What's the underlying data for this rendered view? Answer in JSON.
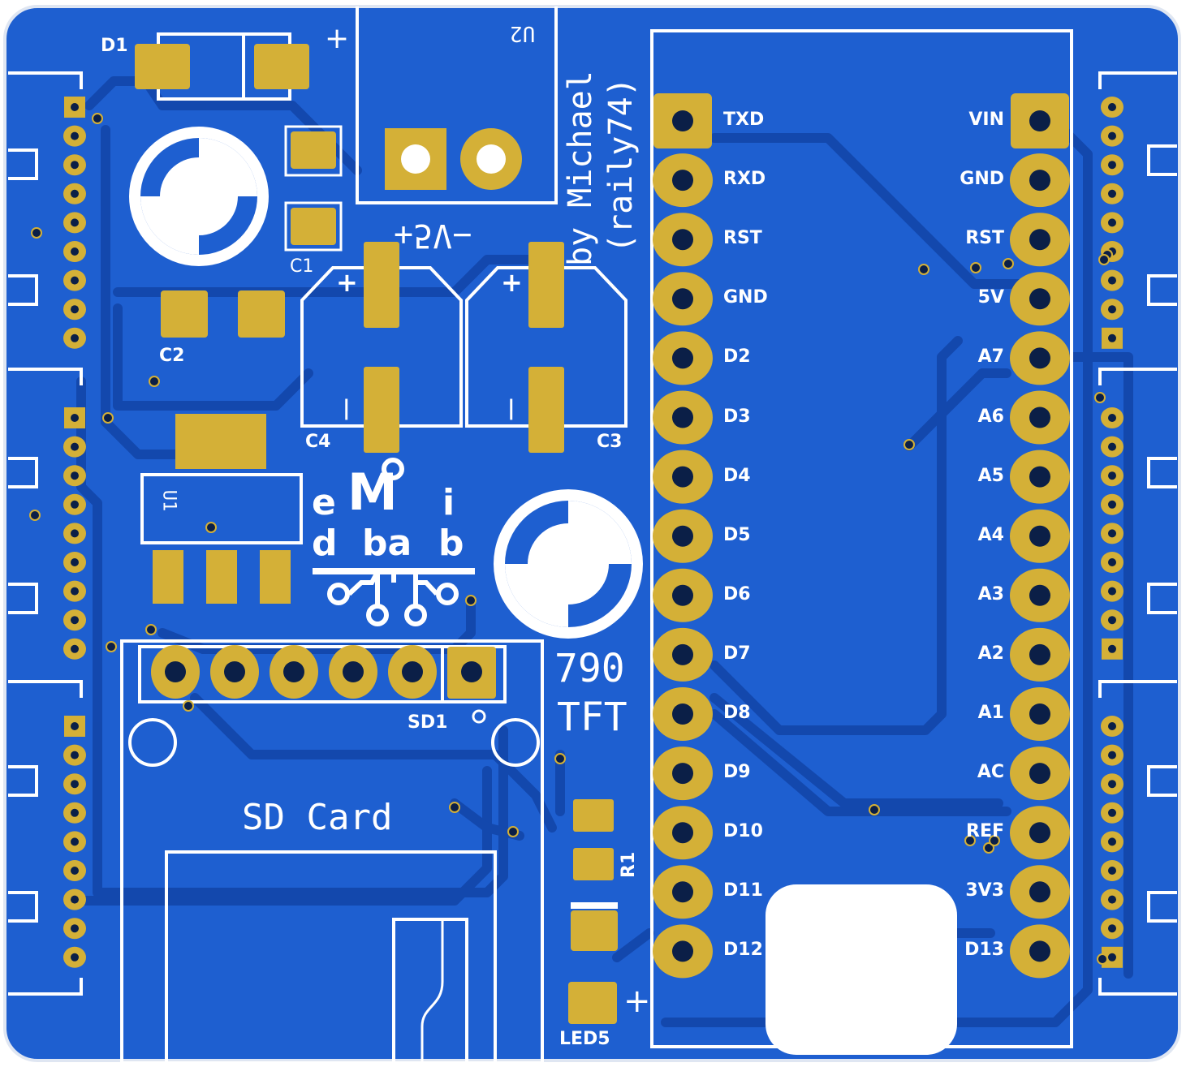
{
  "colors": {
    "board": "#1e5fd0",
    "copper": "#1244a8",
    "pad": "#d4b037",
    "silkscreen": "#ffffff",
    "edge": "#dfe6f2"
  },
  "board": {
    "author_line1": "by Michael",
    "author_line2": "(raily74)",
    "version": "790",
    "display": "TFT",
    "sd_label": "SD Card",
    "logo_row1": [
      "e",
      "M",
      "i"
    ],
    "logo_row2": [
      "d",
      "ba",
      "b"
    ]
  },
  "components": {
    "d1": "D1",
    "d1_plus": "+",
    "u2": "U2",
    "voltage": "+5V−",
    "c1": "C1",
    "c2": "C2",
    "c3": "C3",
    "c4": "C4",
    "c4_plus": "+",
    "c4_minus": "|",
    "c3_plus": "+",
    "c3_minus": "|",
    "u1": "U1",
    "sd1": "SD1",
    "r1": "R1",
    "led5": "LED5",
    "led5_plus": "+"
  },
  "nano_left_pins": [
    "TXD",
    "RXD",
    "RST",
    "GND",
    "D2",
    "D3",
    "D4",
    "D5",
    "D6",
    "D7",
    "D8",
    "D9",
    "D10",
    "D11",
    "D12"
  ],
  "nano_right_pins": [
    "VIN",
    "GND",
    "RST",
    "5V",
    "A7",
    "A6",
    "A5",
    "A4",
    "A3",
    "A2",
    "A1",
    "AC",
    "REF",
    "3V3",
    "D13"
  ]
}
